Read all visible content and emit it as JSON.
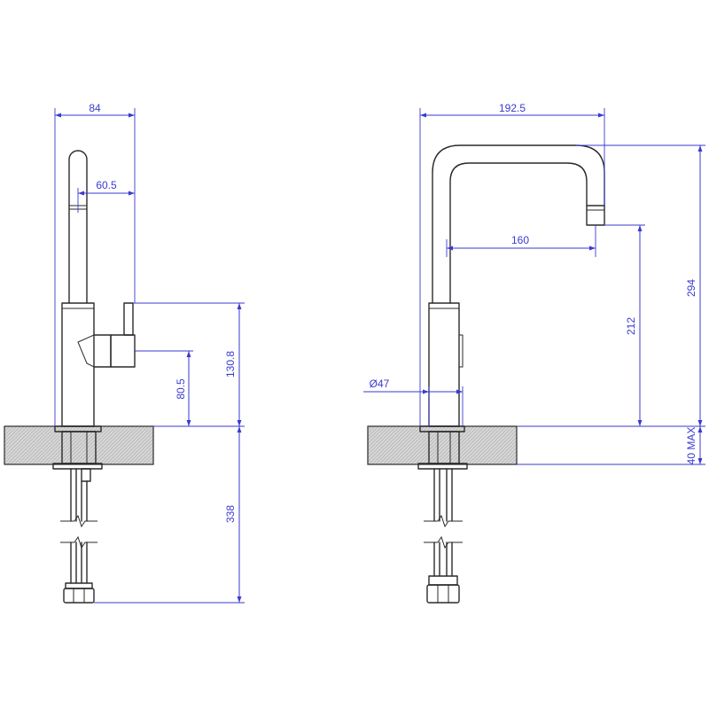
{
  "colors": {
    "outline": "#2a2a2a",
    "dimension": "#3a3ad0",
    "counter_fill": "#d4d4d4"
  },
  "side_view": {
    "dim_total_reach": "84",
    "dim_spout_reach": "60.5",
    "dim_lever_height": "130.8",
    "dim_lever_axis": "80.5",
    "dim_hose_length": "338"
  },
  "front_view": {
    "dim_total_width": "192.5",
    "dim_spout_reach": "160",
    "dim_outlet_height": "212",
    "dim_total_height": "294",
    "dim_body_diameter": "Ø47",
    "dim_counter_thickness": "40 MAX"
  }
}
